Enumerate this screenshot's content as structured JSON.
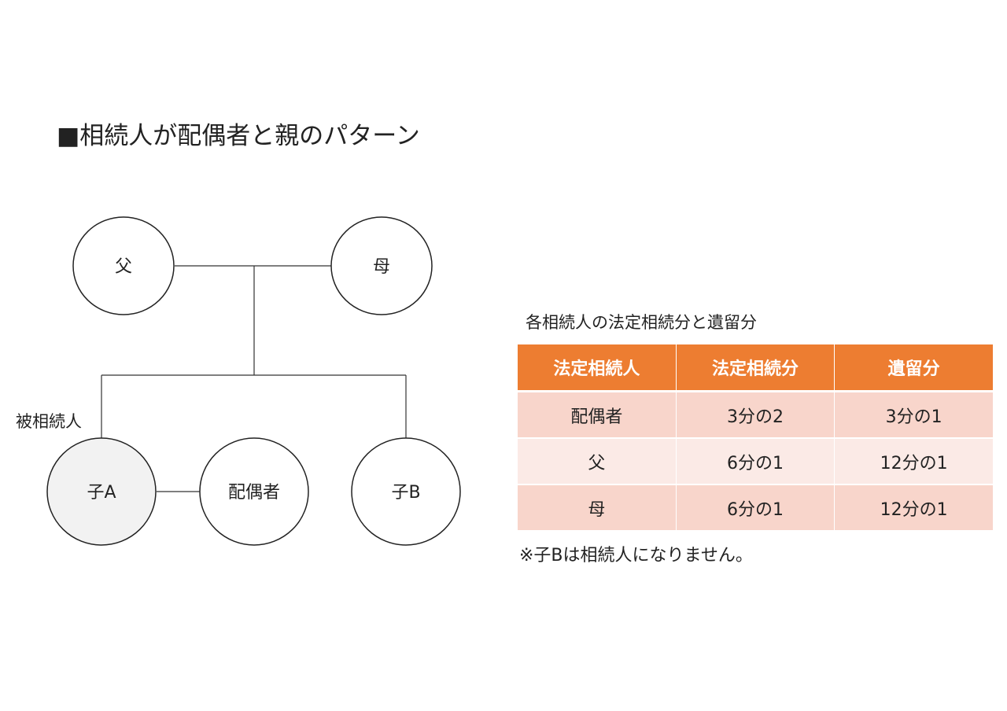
{
  "title": "■相続人が配偶者と親のパターン",
  "family_tree": {
    "father": "父",
    "mother": "母",
    "deceased_label": "被相続人",
    "child_a": "子A",
    "spouse": "配偶者",
    "child_b": "子B",
    "colors": {
      "deceased_fill": "#f2f2f2",
      "node_fill": "#ffffff",
      "line": "#333333"
    }
  },
  "shares_table": {
    "caption": "各相続人の法定相続分と遺留分",
    "headers": [
      "法定相続人",
      "法定相続分",
      "遺留分"
    ],
    "rows": [
      [
        "配偶者",
        "3分の2",
        "3分の1"
      ],
      [
        "父",
        "6分の1",
        "12分の1"
      ],
      [
        "母",
        "6分の1",
        "12分の1"
      ]
    ],
    "colors": {
      "header": "#ed7d31",
      "row_odd": "#f8d5cb",
      "row_even": "#fbeae6"
    }
  },
  "note": "※子Bは相続人になりません。"
}
